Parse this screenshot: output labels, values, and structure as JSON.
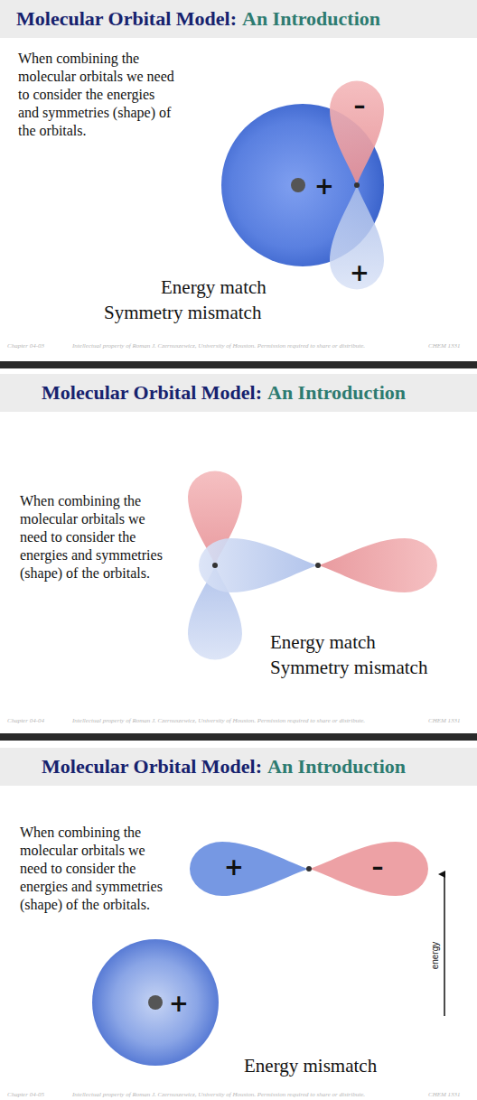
{
  "diagram": {
    "labels": [
      "Molecular Orbital Model:",
      "An Introduction",
      "When combining the molecular orbitals we need to consider the energies and symmetries (shape) of the orbitals.",
      "–",
      "+",
      "+",
      "Energy match",
      "Symmetry mismatch",
      "Chapter 04-03",
      "Intellectual property of Roman J. Czernuszewicz, University of Houston. Permission required to share or distribute.",
      "CHEM 1331",
      "Molecular Orbital Model:",
      "An Introduction",
      "When combining the molecular orbitals we need to consider the energies and symmetries (shape) of the orbitals.",
      "Energy match",
      "Symmetry mismatch",
      "Chapter 04-04",
      "Intellectual property of Roman J. Czernuszewicz, University of Houston. Permission required to share or distribute.",
      "CHEM 1331",
      "Molecular Orbital Model:",
      "An Introduction",
      "When combining the molecular orbitals we need to consider the energies and symmetries (shape) of the orbitals.",
      "+",
      "–",
      "energy",
      "+",
      "Energy mismatch",
      "Chapter 04-05",
      "Intellectual property of Roman J. Czernuszewicz, University of Houston. Permission required to share or distribute.",
      "CHEM 1331"
    ]
  }
}
